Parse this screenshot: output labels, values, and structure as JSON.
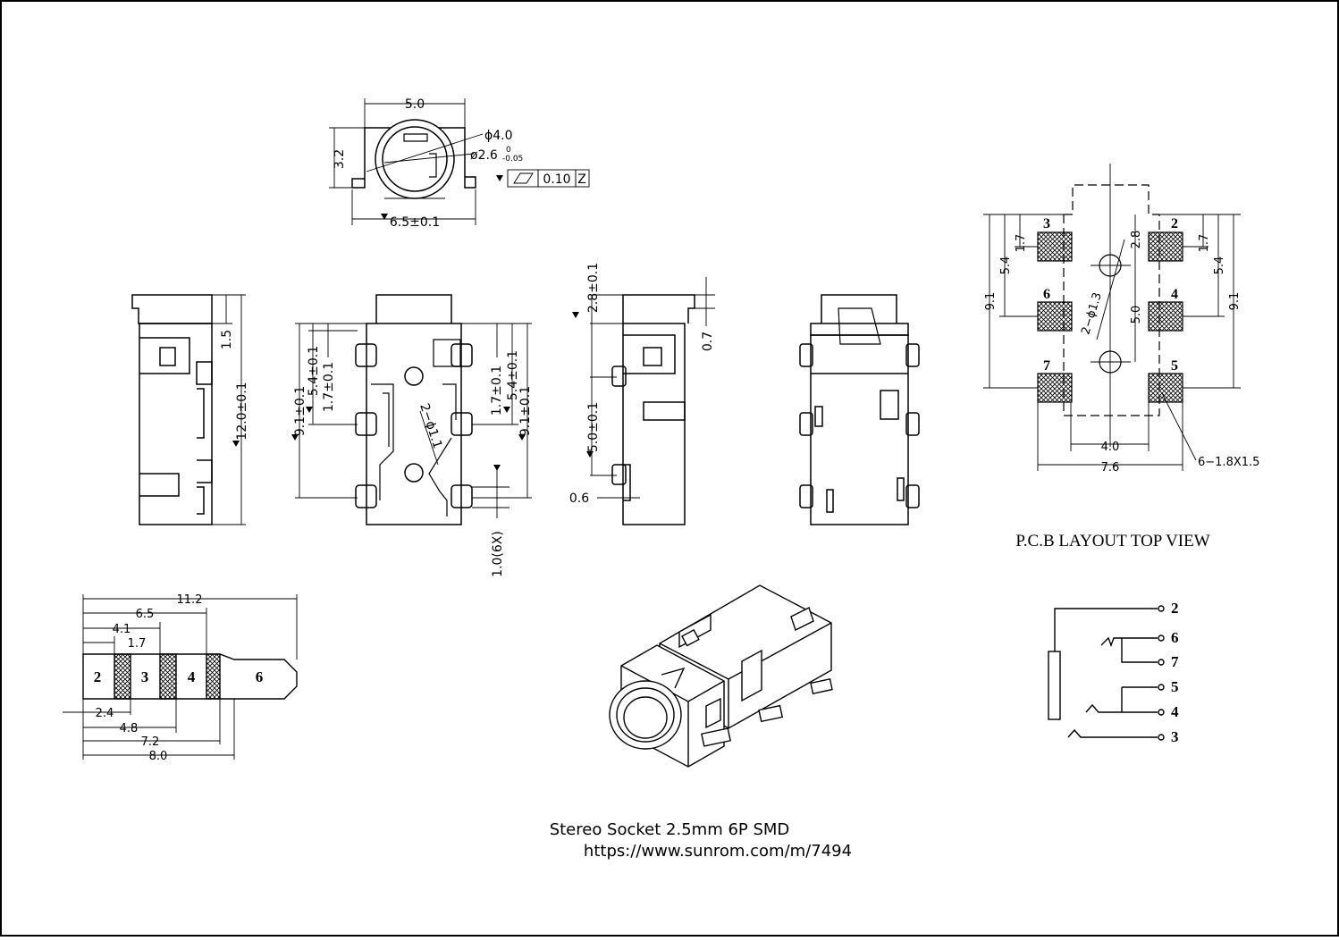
{
  "top_view": {
    "width": "5.0",
    "height": "3.2",
    "outer_dia": "ϕ4.0",
    "inner_dia": "ø2.6",
    "inner_tol_upper": "0",
    "inner_tol_lower": "-0.05",
    "footprint": "6.5±0.1",
    "flatness": "0.10",
    "datum": "Z"
  },
  "left_view": {
    "top": "1.5",
    "overall": "12.0±0.1"
  },
  "bottom_view": {
    "left_a": "9.1±0.1",
    "left_b": "5.4±0.1",
    "left_c": "1.7±0.1",
    "holes": "2−ϕ1.1",
    "right_a": "1.7±0.1",
    "right_b": "5.4±0.1",
    "right_c": "9.1±0.1",
    "pad": "1.0(6X)"
  },
  "side_view": {
    "top": "2.8±0.1",
    "offset": "0.7",
    "spacing": "5.0±0.1",
    "pad": "0.6"
  },
  "pcb": {
    "pads": [
      {
        "label": "3"
      },
      {
        "label": "2"
      },
      {
        "label": "6"
      },
      {
        "label": "4"
      },
      {
        "label": "7"
      },
      {
        "label": "5"
      }
    ],
    "left_a": "9.1",
    "left_b": "5.4",
    "left_c": "1.7",
    "right_a": "9.1",
    "right_b": "5.4",
    "right_c": "1.7",
    "hole_spacing": "2.8",
    "center": "5.0",
    "holes": "2−ϕ1.3",
    "inner_width": "4.0",
    "outer_width": "7.6",
    "pad_size": "6−1.8X1.5",
    "title": "P.C.B LAYOUT TOP VIEW"
  },
  "plug": {
    "segments": [
      "2",
      "3",
      "4",
      "6"
    ],
    "top_dims": [
      "11.2",
      "6.5",
      "4.1",
      "1.7"
    ],
    "bottom_dims": [
      "2.4",
      "4.8",
      "7.2",
      "8.0"
    ]
  },
  "schematic": {
    "pins": [
      "2",
      "6",
      "7",
      "5",
      "4",
      "3"
    ]
  },
  "caption": {
    "title": "Stereo Socket 2.5mm 6P SMD",
    "url": "https://www.sunrom.com/m/7494"
  }
}
